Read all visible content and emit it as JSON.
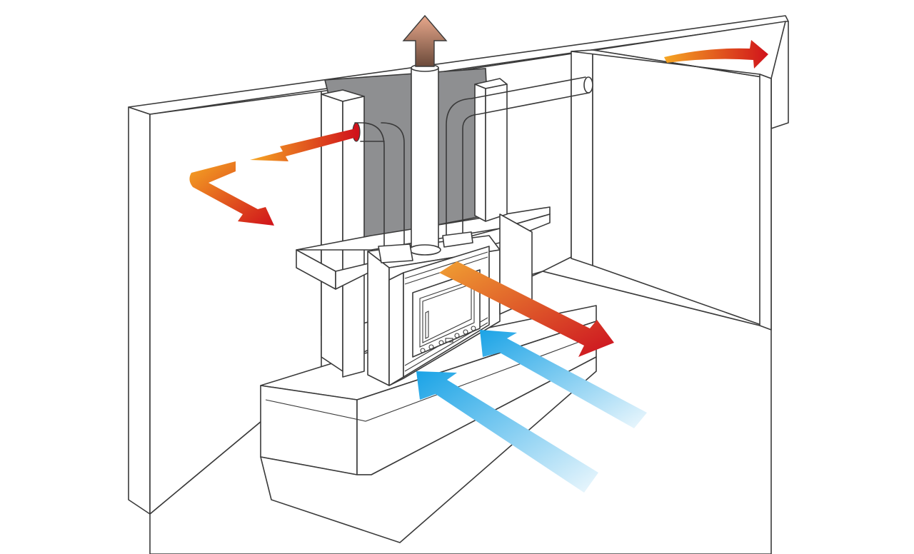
{
  "diagram": {
    "subject": "fireplace-insert-convection-air-distribution",
    "colors": {
      "hot_start": "#f5a623",
      "hot_end": "#d0121b",
      "cold_start": "#1aa3e6",
      "cold_end": "#e8f6fd",
      "exhaust_start": "#e8a88c",
      "exhaust_end": "#6b4a3a",
      "outline": "#3a3a3a",
      "back_panel": "#8e8f91"
    },
    "flows": [
      {
        "id": "exhaust",
        "kind": "smoke",
        "direction": "up"
      },
      {
        "id": "left-duct-out",
        "kind": "warm",
        "direction": "left"
      },
      {
        "id": "left-down",
        "kind": "warm",
        "direction": "down-right"
      },
      {
        "id": "right-room-out",
        "kind": "warm",
        "direction": "right"
      },
      {
        "id": "front-out",
        "kind": "warm",
        "direction": "front-right"
      },
      {
        "id": "intake-upper",
        "kind": "cold",
        "direction": "into-stove"
      },
      {
        "id": "intake-lower",
        "kind": "cold",
        "direction": "into-stove"
      }
    ]
  }
}
